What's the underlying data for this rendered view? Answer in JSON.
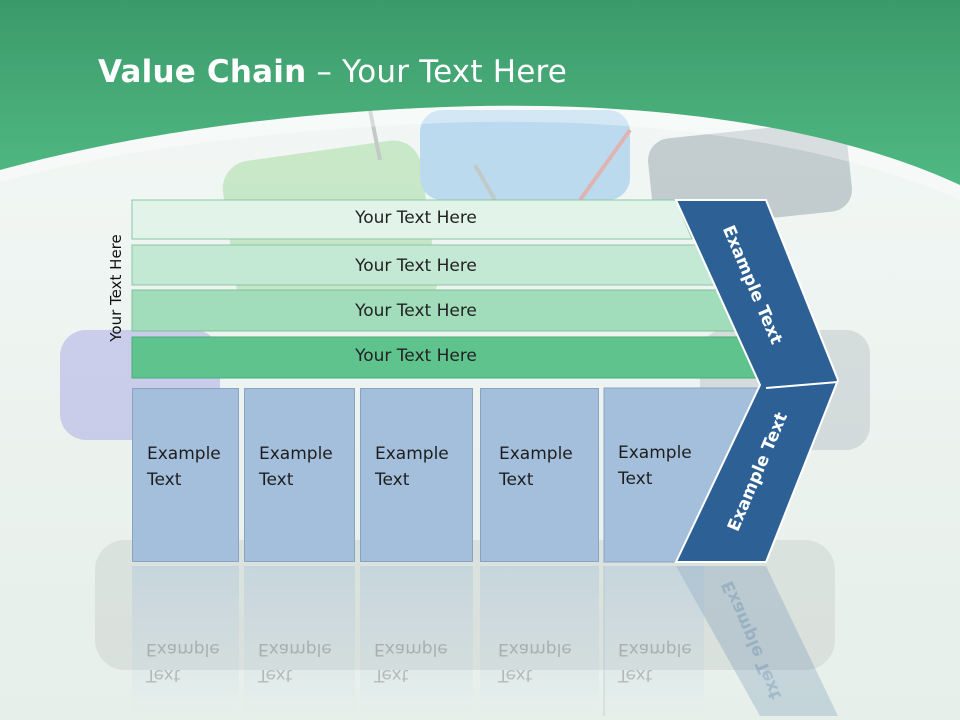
{
  "title": {
    "bold": "Value Chain",
    "rest": " – Your Text Here"
  },
  "side_label": "Your Text Here",
  "rows": [
    {
      "label": "Your Text Here"
    },
    {
      "label": "Your Text Here"
    },
    {
      "label": "Your Text Here"
    },
    {
      "label": "Your Text Here"
    }
  ],
  "columns": [
    {
      "line1": "Example",
      "line2": "Text"
    },
    {
      "line1": "Example",
      "line2": "Text"
    },
    {
      "line1": "Example",
      "line2": "Text"
    },
    {
      "line1": "Example",
      "line2": "Text"
    },
    {
      "line1": "Example",
      "line2": "Text"
    }
  ],
  "chevron": {
    "upper": "Example Text",
    "lower": "Example Text"
  },
  "colors": {
    "header_green": "#3fa575",
    "row_fills": [
      "#e2f3ea",
      "#c3e8d3",
      "#a1dcbb",
      "#5fc38e"
    ],
    "column_fill": "#a3bfdc",
    "chevron_blue": "#2d6196"
  }
}
